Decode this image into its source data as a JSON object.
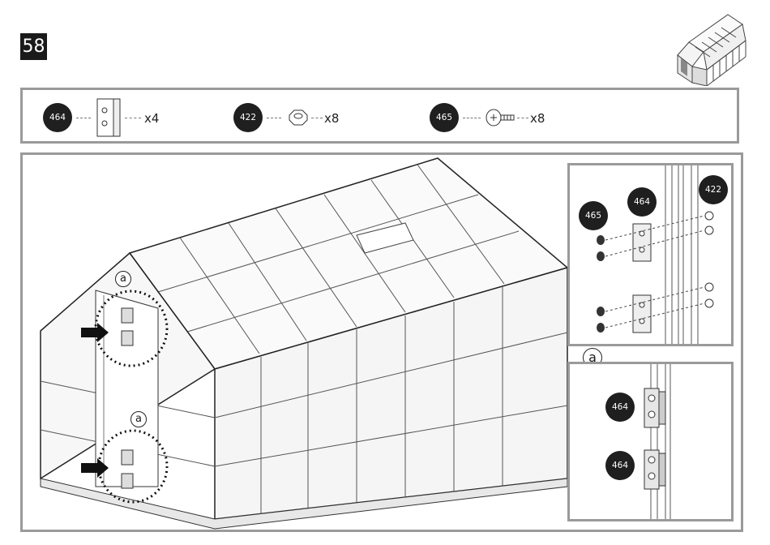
{
  "step": {
    "number": "58"
  },
  "thumbnail": {
    "icon": "greenhouse-thumbnail-icon"
  },
  "parts": [
    {
      "id": "464",
      "qty": "x4",
      "icon": "hinge-icon"
    },
    {
      "id": "422",
      "qty": "x8",
      "icon": "nut-icon"
    },
    {
      "id": "465",
      "qty": "x8",
      "icon": "screw-icon"
    }
  ],
  "main": {
    "callout_label_top": "a",
    "callout_label_bottom": "a"
  },
  "detail_top": {
    "label_screw": "465",
    "label_hinge": "464",
    "label_nut": "422"
  },
  "detail_bottom": {
    "marker": "a",
    "label_hinge_top": "464",
    "label_hinge_bottom": "464"
  }
}
